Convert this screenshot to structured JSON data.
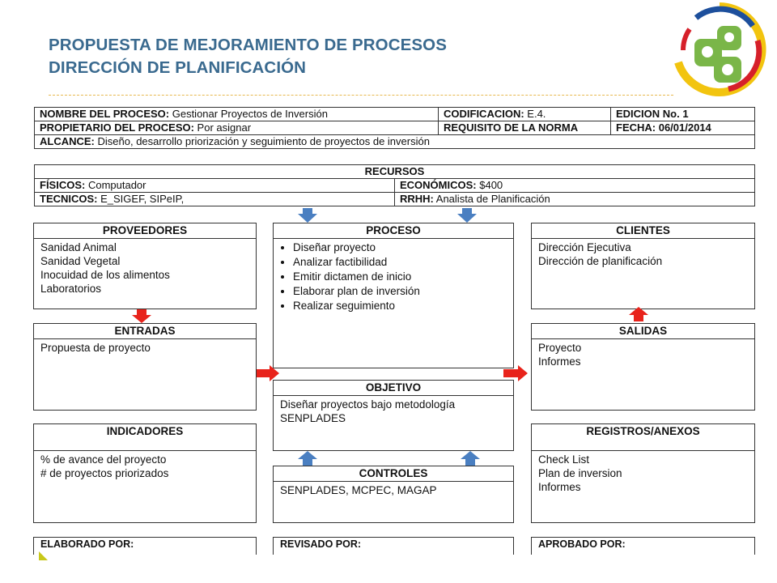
{
  "title": {
    "line1": "PROPUESTA DE MEJORAMIENTO DE PROCESOS",
    "line2": "DIRECCIÓN DE PLANIFICACIÓN"
  },
  "header_table": {
    "nombre_label": "NOMBRE DEL PROCESO:",
    "nombre_value": " Gestionar Proyectos de Inversión",
    "codificacion_label": "CODIFICACION:",
    "codificacion_value": " E.4.",
    "edicion": "EDICION No. 1",
    "propietario_label": "PROPIETARIO DEL PROCESO:",
    "propietario_value": " Por asignar",
    "requisito": "REQUISITO DE LA NORMA",
    "fecha": "FECHA: 06/01/2014",
    "alcance_label": "ALCANCE:",
    "alcance_value": " Diseño, desarrollo priorización y seguimiento de proyectos de inversión"
  },
  "recursos": {
    "header": "RECURSOS",
    "fisicos_label": "FÍSICOS:",
    "fisicos_value": " Computador",
    "economicos_label": "ECONÓMICOS:",
    "economicos_value": " $400",
    "tecnicos_label": "TECNICOS:",
    "tecnicos_value": " E_SIGEF, SIPeIP,",
    "rrhh_label": "RRHH:",
    "rrhh_value": " Analista de Planificación"
  },
  "proveedores": {
    "header": "PROVEEDORES",
    "items": [
      "Sanidad Animal",
      "Sanidad Vegetal",
      "Inocuidad de los alimentos",
      "Laboratorios"
    ]
  },
  "proceso": {
    "header": "PROCESO",
    "items": [
      "Diseñar proyecto",
      "Analizar factibilidad",
      "Emitir dictamen de inicio",
      "Elaborar plan de inversión",
      "Realizar seguimiento"
    ]
  },
  "clientes": {
    "header": "CLIENTES",
    "items": [
      "Dirección Ejecutiva",
      "Dirección de planificación"
    ]
  },
  "entradas": {
    "header": "ENTRADAS",
    "items": [
      "Propuesta de proyecto"
    ]
  },
  "salidas": {
    "header": "SALIDAS",
    "items": [
      "Proyecto",
      "Informes"
    ]
  },
  "objetivo": {
    "header": "OBJETIVO",
    "items": [
      "Diseñar proyectos bajo metodología",
      "SENPLADES"
    ]
  },
  "indicadores": {
    "header": "INDICADORES",
    "items": [
      "% de avance del proyecto",
      "# de proyectos priorizados"
    ]
  },
  "controles": {
    "header": "CONTROLES",
    "items": [
      "SENPLADES, MCPEC, MAGAP"
    ]
  },
  "registros": {
    "header": "REGISTROS/ANEXOS",
    "items": [
      "Check List",
      "Plan de inversion",
      "Informes"
    ]
  },
  "footer": {
    "elaborado": "ELABORADO  POR:",
    "revisado": "REVISADO POR:",
    "aprobado": "APROBADO  POR:"
  },
  "colors": {
    "title": "#3a6a8f",
    "arrow_red": "#e8231b",
    "arrow_blue": "#4a7fc1",
    "dash": "#e7b94f",
    "logo_yellow": "#f2c40f",
    "logo_blue": "#1d4f9c",
    "logo_red": "#d6202a",
    "logo_green": "#7ab648"
  }
}
